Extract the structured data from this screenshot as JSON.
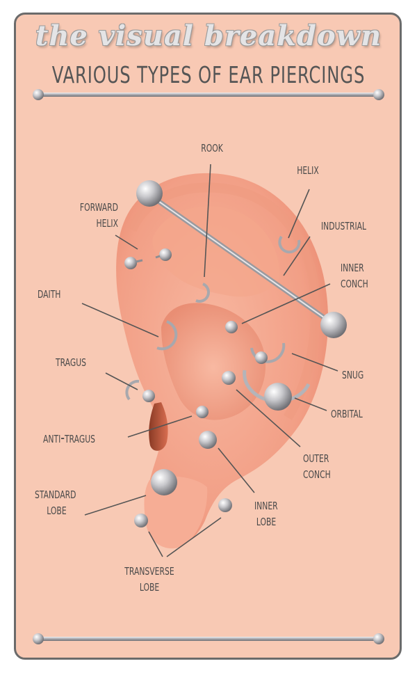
{
  "title_script": "the visual breakdown",
  "title_main": "VARIOUS TYPES OF EAR PIERCINGS",
  "colors": {
    "background": "#f8c9b4",
    "border": "#6b6b6b",
    "skin": "#f4a98f",
    "metal": "#c9c9cd",
    "text": "#4a4a4a"
  },
  "labels": {
    "rook": "Rook",
    "helix": "Helix",
    "forward_helix": [
      "Forward",
      "Helix"
    ],
    "industrial": "Industrial",
    "inner_conch": [
      "Inner",
      "Conch"
    ],
    "daith": "Daith",
    "tragus": "Tragus",
    "snug": "Snug",
    "orbital": "Orbital",
    "anti_tragus": "Anti-Tragus",
    "outer_conch": [
      "Outer",
      "Conch"
    ],
    "standard_lobe": [
      "Standard",
      "Lobe"
    ],
    "inner_lobe": [
      "Inner",
      "Lobe"
    ],
    "transverse_lobe": [
      "Transverse",
      "Lobe"
    ]
  }
}
